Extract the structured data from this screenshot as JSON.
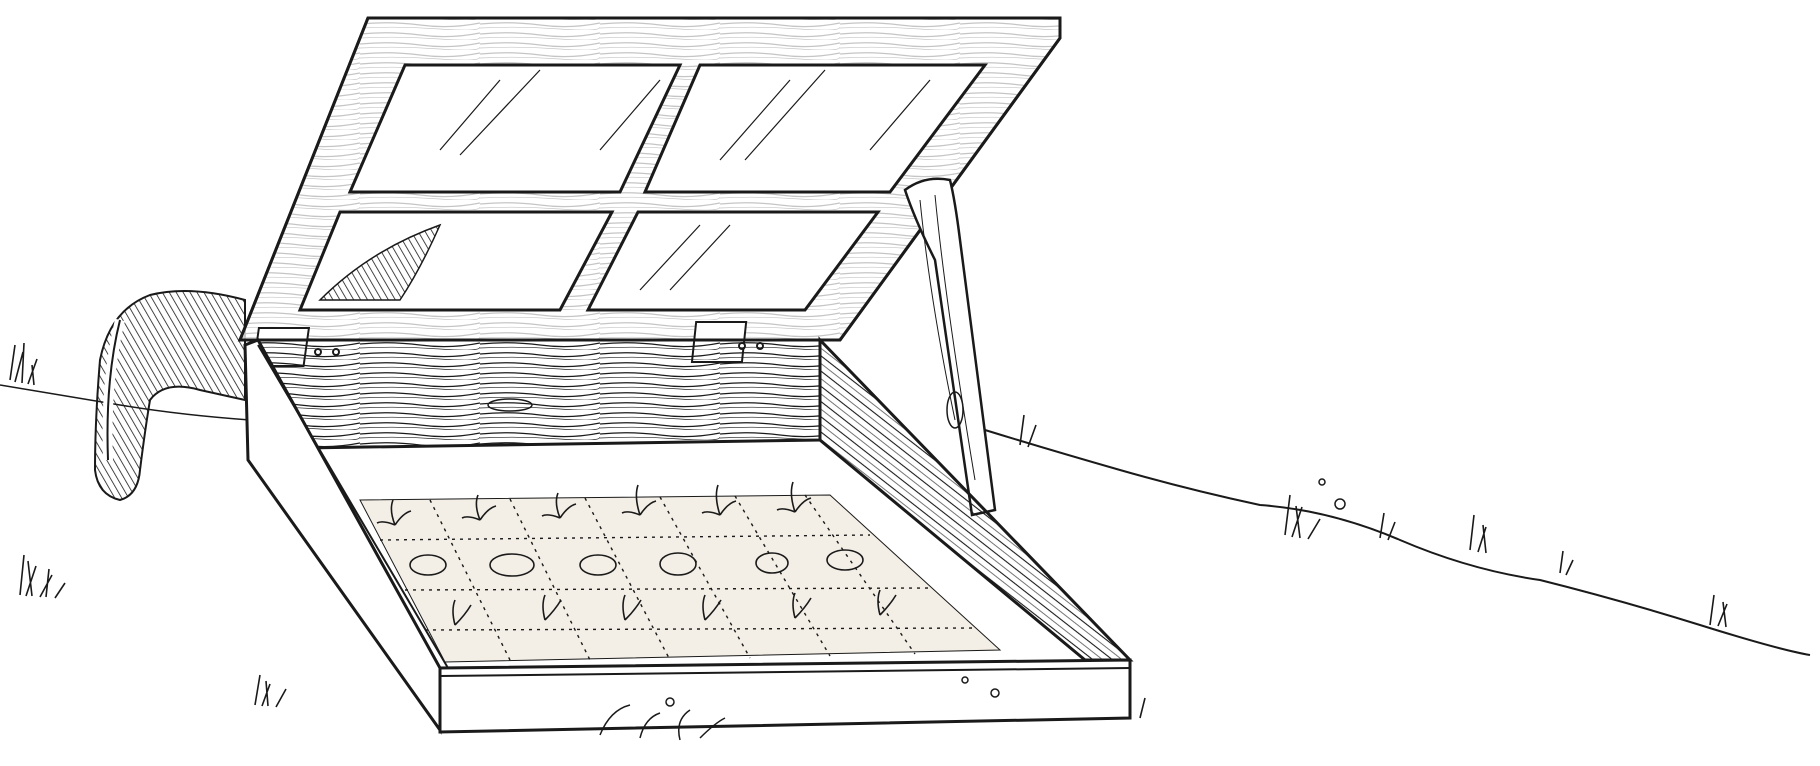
{
  "illustration": {
    "subject": "cold-frame",
    "colors": {
      "ink": "#1a1a1a",
      "paper": "#ffffff",
      "soil": "#f3efe6"
    },
    "seedling_grid": {
      "rows": 4,
      "cols": 7
    }
  }
}
